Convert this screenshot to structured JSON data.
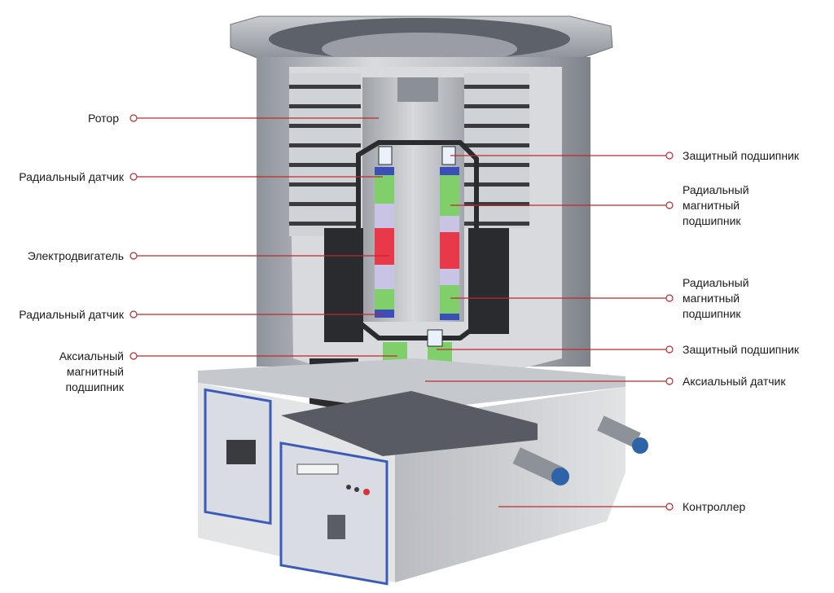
{
  "labels": {
    "rotor": "Ротор",
    "radial_sensor_top": "Радиальный датчик",
    "motor": "Электродвигатель",
    "radial_sensor_bottom": "Радиальный датчик",
    "axial_bearing": [
      "Аксиальный",
      "магнитный",
      "подшипник"
    ],
    "backup_bearing_top": "Защитный подшипник",
    "radial_bearing_top": [
      "Радиальный",
      "магнитный",
      "подшипник"
    ],
    "radial_bearing_bottom": [
      "Радиальный",
      "магнитный",
      "подшипник"
    ],
    "backup_bearing_bottom": "Защитный подшипник",
    "axial_sensor": "Аксиальный датчик",
    "controller": "Контроллер"
  },
  "colors": {
    "leader": "#c0282d",
    "metal_light": "#d4d6da",
    "metal_mid": "#a9adb3",
    "metal_dark": "#6b7078",
    "section_dark": "#2a2b2e",
    "magnet_green": "#7fd06a",
    "magnet_blue": "#3a4fb8",
    "magnet_lavender": "#c9c4e6",
    "motor_red": "#e8384a",
    "panel_blue": "#3b5bb8",
    "sensor_yellow": "#e9d33a"
  }
}
